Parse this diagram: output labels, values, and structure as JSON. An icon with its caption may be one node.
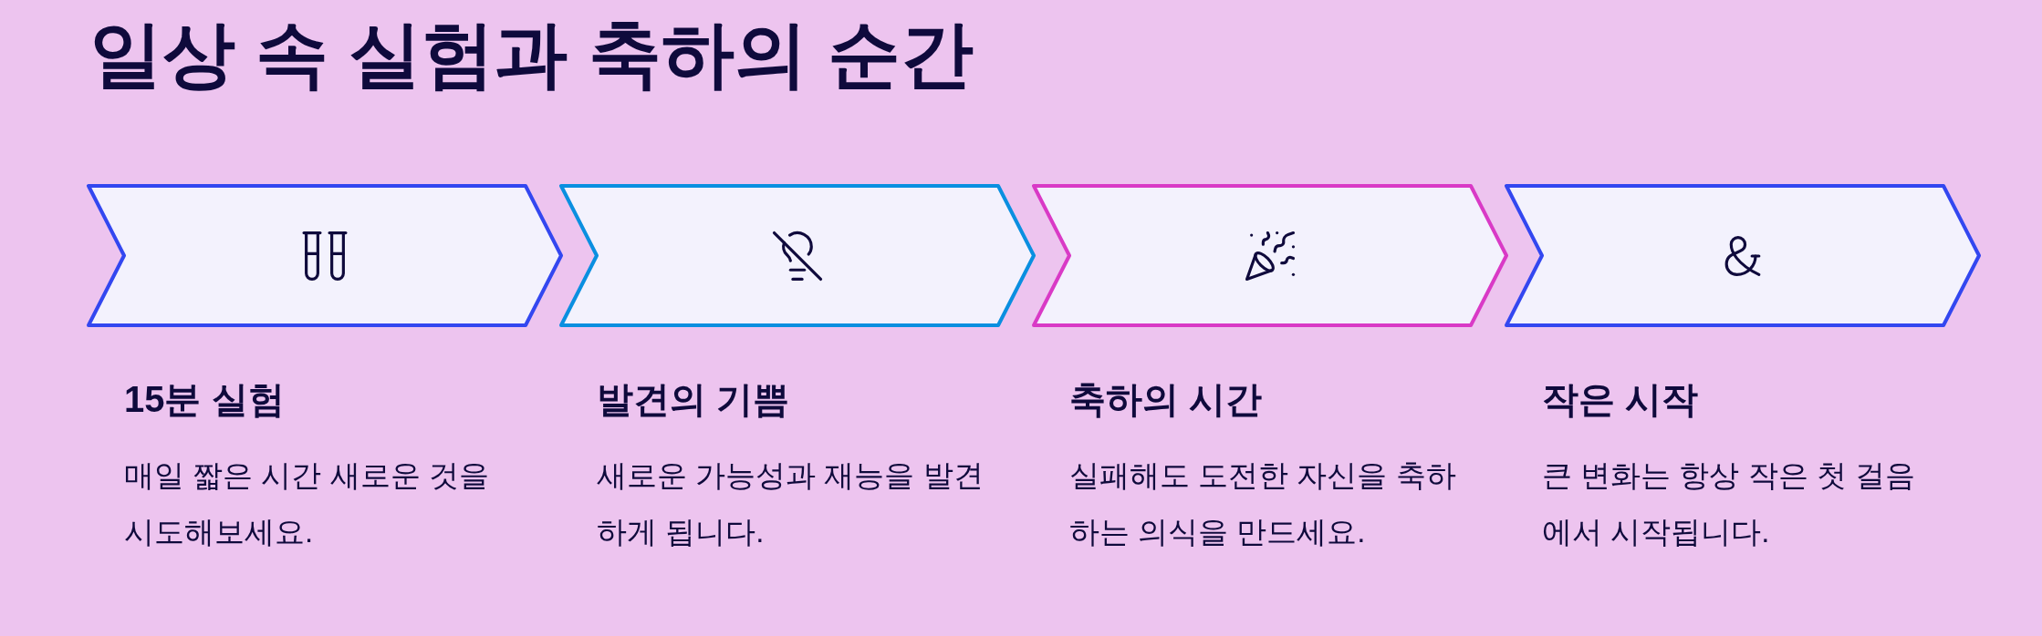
{
  "diagram": {
    "title": "일상 속 실험과 축하의 순간",
    "nodes": [
      {
        "text": [
          "15분 실험",
          "매일 짧은 시간 새로운 것을 시도해보세요."
        ]
      },
      {
        "text": [
          "발견의 기쁨",
          "새로운 가능성과 재능을 발견하게 됩니다."
        ]
      },
      {
        "text": [
          "축하의 시간",
          "실패해도 도전한 자신을 축하하는 의식을 만드세요."
        ]
      },
      {
        "text": [
          "작은 시작",
          "큰 변화는 항상 작은 첫 걸음에서 시작됩니다."
        ]
      }
    ]
  }
}
